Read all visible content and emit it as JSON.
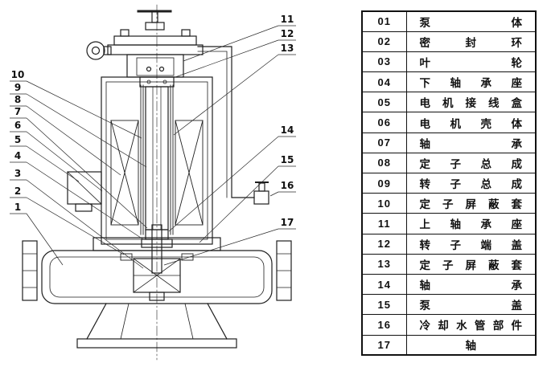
{
  "table": {
    "rows": [
      {
        "num": "01",
        "name": "泵体"
      },
      {
        "num": "02",
        "name": "密封环"
      },
      {
        "num": "03",
        "name": "叶轮"
      },
      {
        "num": "04",
        "name": "下轴承座"
      },
      {
        "num": "05",
        "name": "电机接线盒"
      },
      {
        "num": "06",
        "name": "电机壳体"
      },
      {
        "num": "07",
        "name": "轴承"
      },
      {
        "num": "08",
        "name": "定子总成"
      },
      {
        "num": "09",
        "name": "转子总成"
      },
      {
        "num": "10",
        "name": "定子屏蔽套"
      },
      {
        "num": "11",
        "name": "上轴承座"
      },
      {
        "num": "12",
        "name": "转子端盖"
      },
      {
        "num": "13",
        "name": "定子屏蔽套"
      },
      {
        "num": "14",
        "name": "轴承"
      },
      {
        "num": "15",
        "name": "泵盖"
      },
      {
        "num": "16",
        "name": "冷却水管部件"
      },
      {
        "num": "17",
        "name": "轴"
      }
    ]
  },
  "callouts": {
    "c1": "1",
    "c2": "2",
    "c3": "3",
    "c4": "4",
    "c5": "5",
    "c6": "6",
    "c7": "7",
    "c8": "8",
    "c9": "9",
    "c10": "10",
    "c11": "11",
    "c12": "12",
    "c13": "13",
    "c14": "14",
    "c15": "15",
    "c16": "16",
    "c17": "17"
  },
  "colors": {
    "line": "#1f1f1f",
    "text": "#111111",
    "background": "#ffffff"
  }
}
